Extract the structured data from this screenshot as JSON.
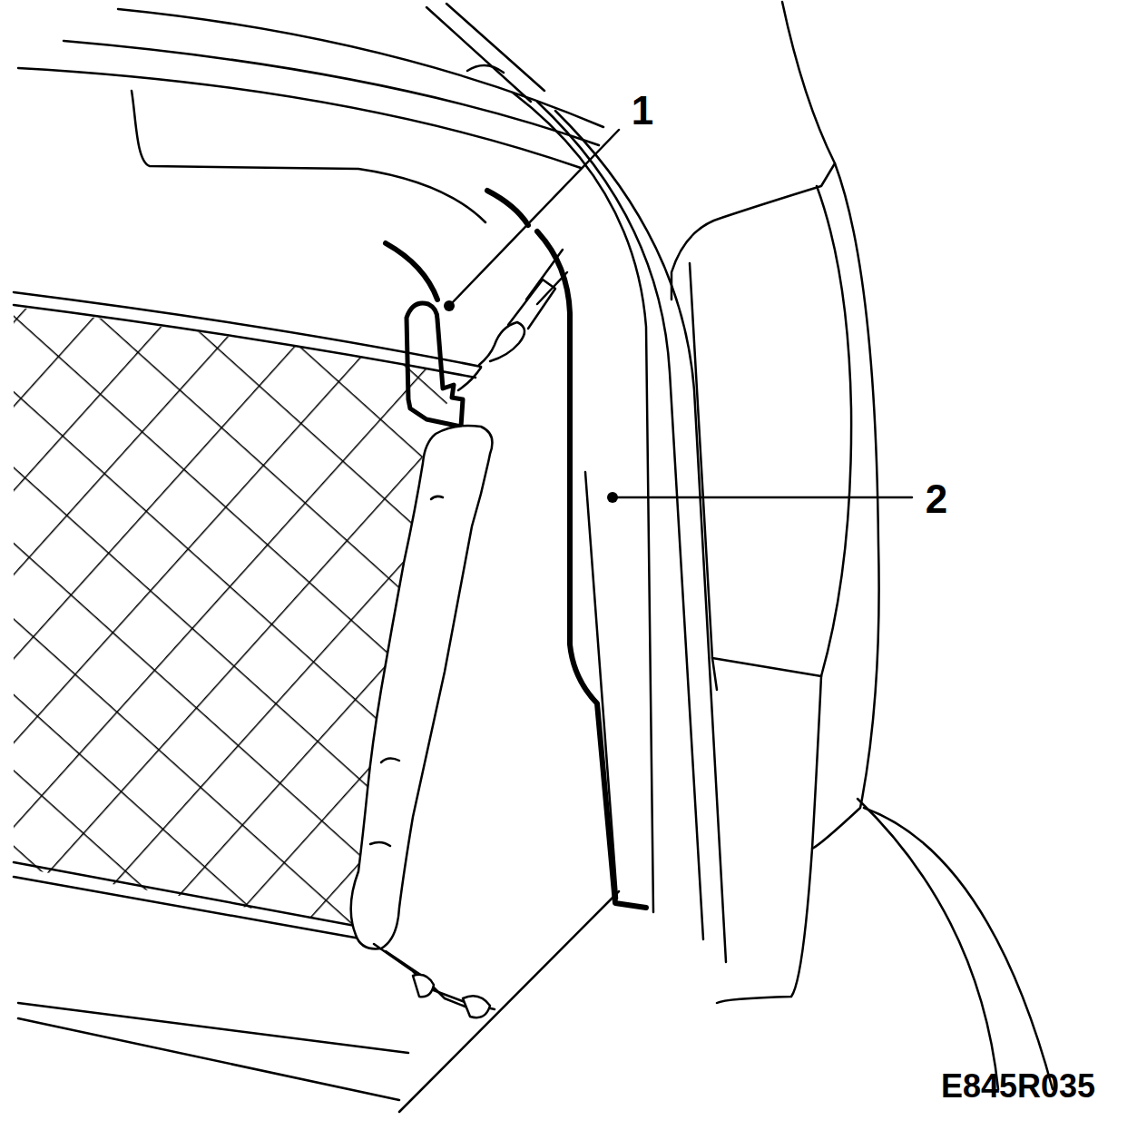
{
  "diagram": {
    "labels": [
      "1",
      "2",
      "E845R035"
    ]
  }
}
